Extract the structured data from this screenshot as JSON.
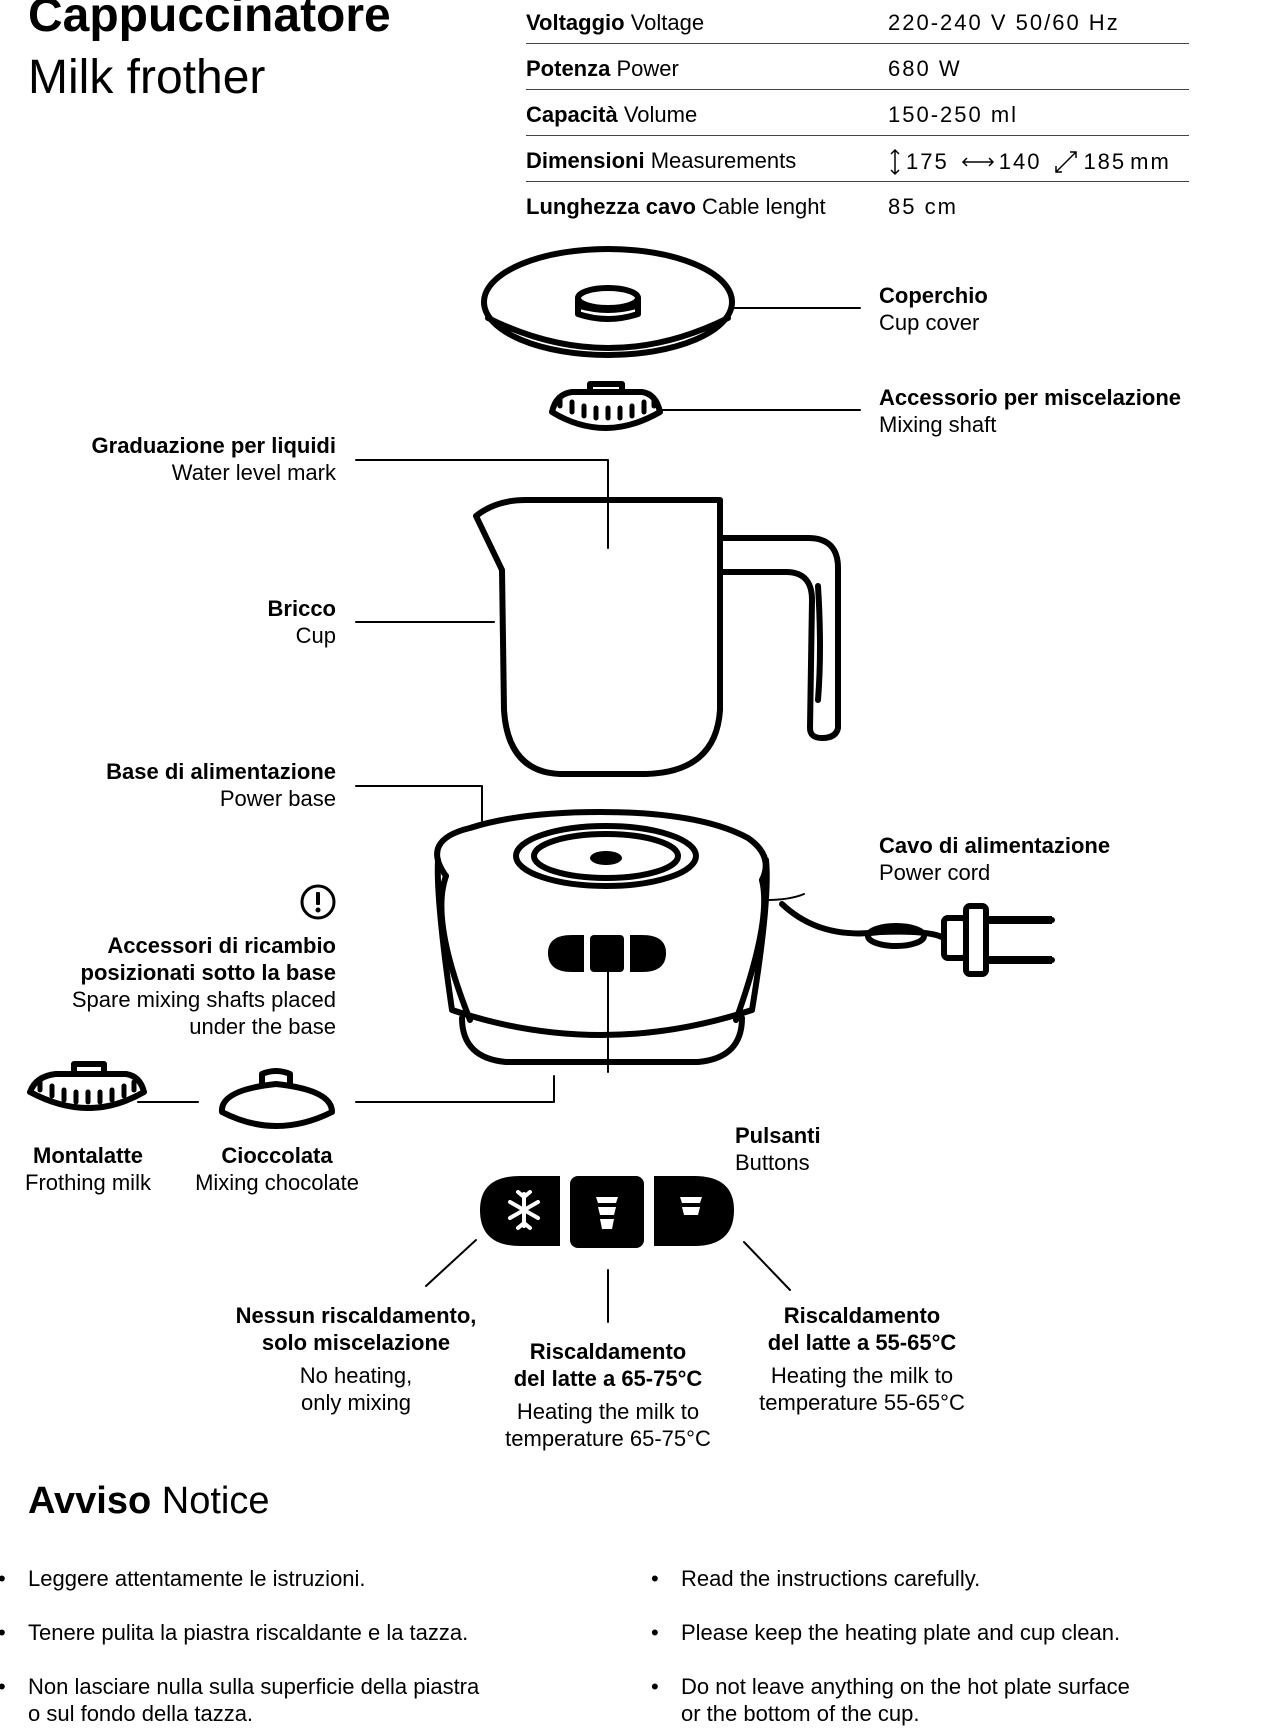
{
  "header": {
    "title_it": "Cappuccinatore",
    "title_en": "Milk frother"
  },
  "specs": [
    {
      "label_it": "Voltaggio",
      "label_en": "Voltage",
      "value": "220-240 V 50/60 Hz"
    },
    {
      "label_it": "Potenza",
      "label_en": "Power",
      "value": "680 W"
    },
    {
      "label_it": "Capacità",
      "label_en": "Volume",
      "value": "150-250 ml"
    },
    {
      "label_it": "Dimensioni",
      "label_en": "Measurements",
      "height": "175",
      "width": "140",
      "depth": "185",
      "unit": "mm"
    },
    {
      "label_it": "Lunghezza cavo",
      "label_en": "Cable lenght",
      "value": "85 cm"
    }
  ],
  "parts": {
    "cover": {
      "it": "Coperchio",
      "en": "Cup cover"
    },
    "mixing_shaft": {
      "it": "Accessorio per miscelazione",
      "en": "Mixing shaft"
    },
    "water_mark": {
      "it": "Graduazione per liquidi",
      "en": "Water level mark"
    },
    "cup": {
      "it": "Bricco",
      "en": "Cup"
    },
    "power_base": {
      "it": "Base di alimentazione",
      "en": "Power base"
    },
    "power_cord": {
      "it": "Cavo di alimentazione",
      "en": "Power cord"
    },
    "spare": {
      "it_1": "Accessori di ricambio",
      "it_2": "posizionati sotto la base",
      "en_1": "Spare mixing shafts placed",
      "en_2": "under the base"
    },
    "frothing": {
      "it": "Montalatte",
      "en": "Frothing milk"
    },
    "chocolate": {
      "it": "Cioccolata",
      "en": "Mixing chocolate"
    },
    "buttons": {
      "it": "Pulsanti",
      "en": "Buttons"
    }
  },
  "modes": {
    "no_heat": {
      "it_1": "Nessun riscaldamento,",
      "it_2": "solo miscelazione",
      "en_1": "No heating,",
      "en_2": "only mixing"
    },
    "hot": {
      "it_1": "Riscaldamento",
      "it_2": "del latte a 65-75°C",
      "en_1": "Heating the milk to",
      "en_2": "temperature 65-75°C"
    },
    "warm": {
      "it_1": "Riscaldamento",
      "it_2": "del latte a 55-65°C",
      "en_1": "Heating the milk to",
      "en_2": "temperature 55-65°C"
    }
  },
  "notice": {
    "title_it": "Avviso",
    "title_en": "Notice",
    "items_it": [
      "Leggere attentamente le istruzioni.",
      "Tenere pulita la piastra riscaldante e la tazza.",
      "Non lasciare nulla sulla superficie della piastra",
      "o sul fondo della tazza."
    ],
    "items_en": [
      "Read the instructions carefully.",
      "Please keep the heating plate and cup clean.",
      "Do not leave anything on the hot plate surface",
      "or the bottom of the cup."
    ]
  },
  "icons": [
    "warning-icon",
    "snowflake-icon",
    "cup-full-icon",
    "cup-half-icon",
    "plug-icon"
  ]
}
